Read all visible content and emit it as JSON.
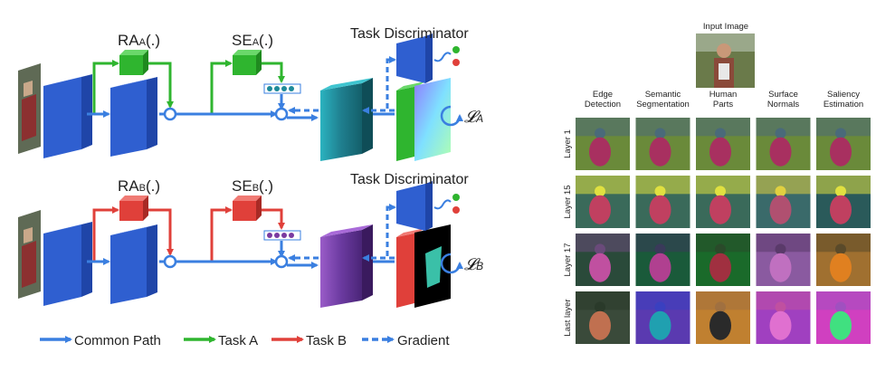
{
  "left": {
    "branch_a": {
      "ra_main": "RA",
      "ra_sub": "A",
      "ra_tail": "(.)",
      "se_main": "SE",
      "se_sub": "A",
      "se_tail": "(.)",
      "discriminator_title": "Task Discriminator",
      "loss_symbol": "𝓛",
      "loss_sub": "A"
    },
    "branch_b": {
      "ra_main": "RA",
      "ra_sub": "B",
      "ra_tail": "(.)",
      "se_main": "SE",
      "se_sub": "B",
      "se_tail": "(.)",
      "discriminator_title": "Task Discriminator",
      "loss_symbol": "𝓛",
      "loss_sub": "B"
    },
    "legend": {
      "common_path": "Common Path",
      "task_a": "Task A",
      "task_b": "Task B",
      "gradient": "Gradient"
    },
    "colors": {
      "common": "#3a7fe0",
      "block": "#2f5fd0",
      "task_a": "#2fb52f",
      "task_b": "#e0403a",
      "feature_a": "#1d8a9a",
      "feature_b": "#6b3aa0"
    }
  },
  "right": {
    "input_label": "Input Image",
    "columns": [
      "Edge\nDetection",
      "Semantic\nSegmentation",
      "Human\nParts",
      "Surface\nNormals",
      "Saliency\nEstimation"
    ],
    "rows": [
      "Layer 1",
      "Layer 15",
      "Layer 17",
      "Last layer"
    ]
  }
}
